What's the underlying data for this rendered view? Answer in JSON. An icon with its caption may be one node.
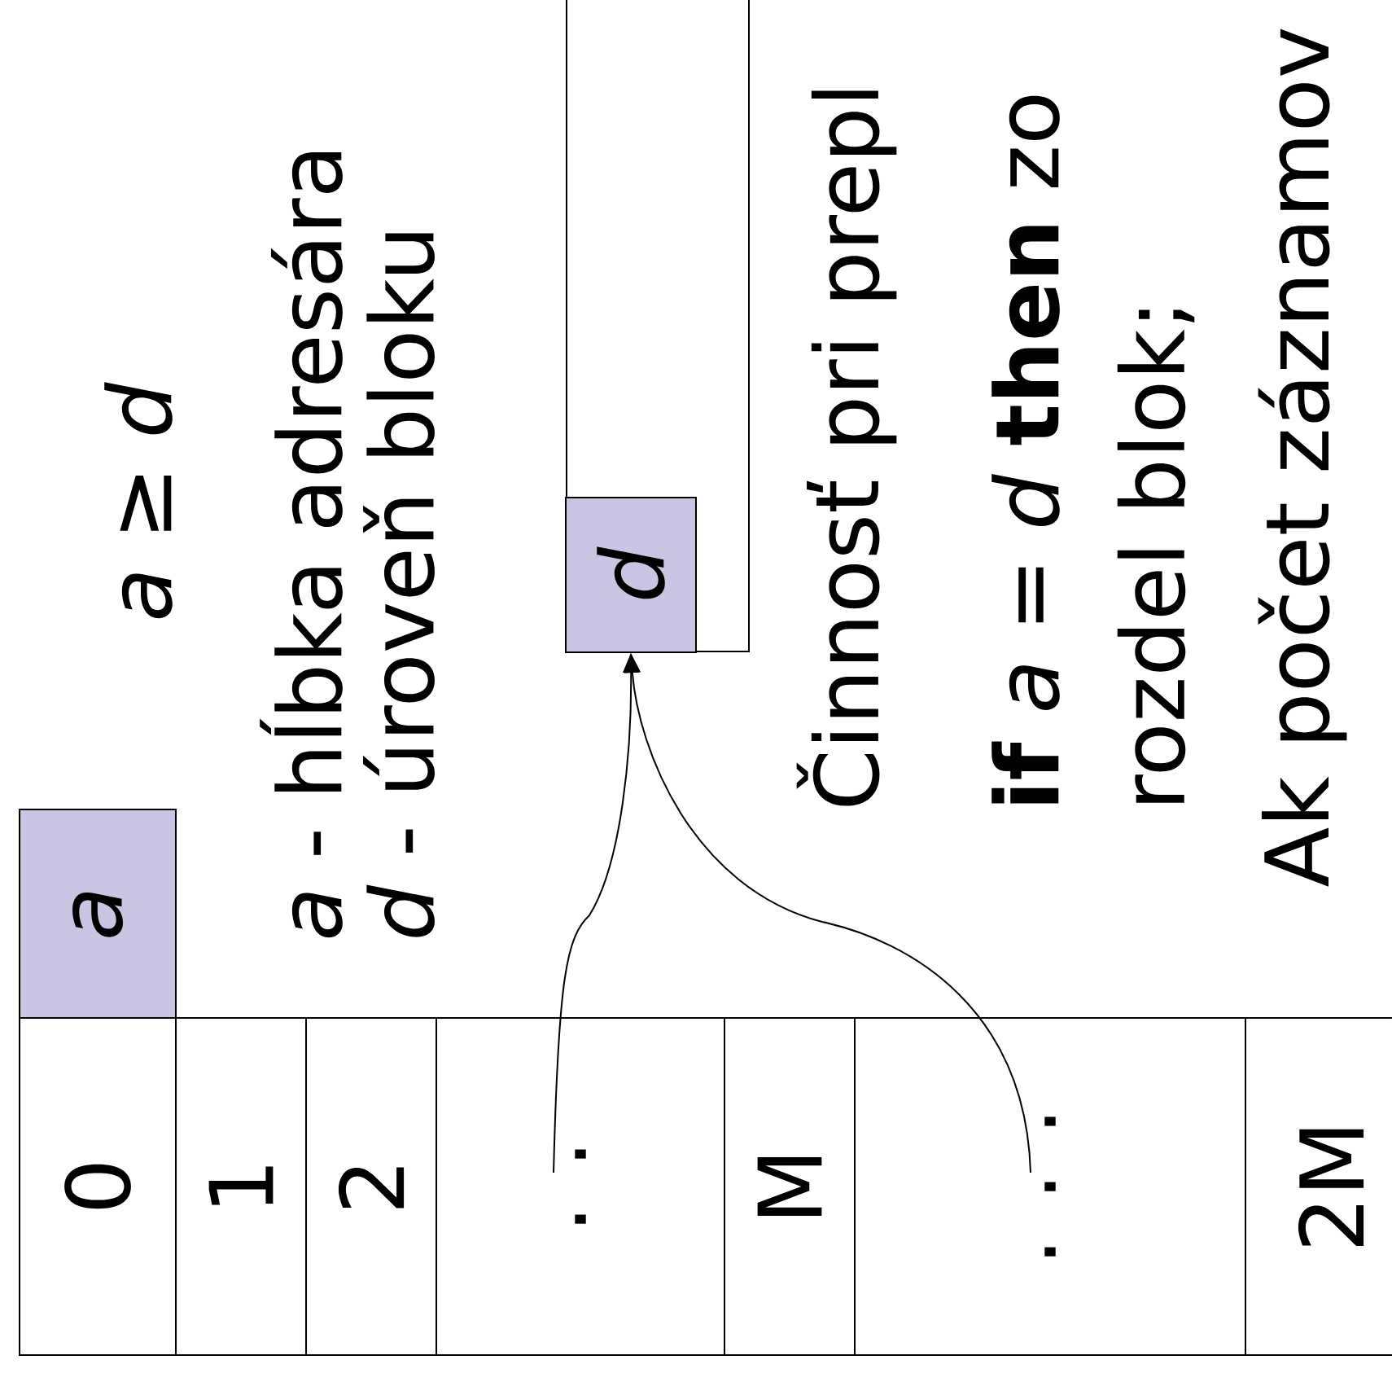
{
  "diagram": {
    "nodes": [
      {
        "text": [
          "a"
        ]
      },
      {
        "text": [
          "0"
        ]
      },
      {
        "text": [
          "1"
        ]
      },
      {
        "text": [
          "2"
        ]
      },
      {
        "text": [
          ". ."
        ]
      },
      {
        "text": [
          "M"
        ]
      },
      {
        "text": [
          ". . ."
        ]
      },
      {
        "text": [
          "2M"
        ]
      },
      {
        "text": [],
        "shape": "box"
      },
      {
        "text": [
          "d"
        ],
        "in": 8
      }
    ],
    "edges": [
      {
        "from": 4,
        "to": 9,
        "arrow": "to"
      },
      {
        "from": 6,
        "to": 9,
        "arrow": "to"
      }
    ],
    "labels": [
      "*a* ≥ *d*",
      "*a* - hĺbka adresára",
      "*d* - úroveň bloku",
      "Činnosť pri prepl",
      "**if** *a* = *d* **then** zo",
      "rozdel blok;",
      "Ak počet záznamov"
    ]
  }
}
